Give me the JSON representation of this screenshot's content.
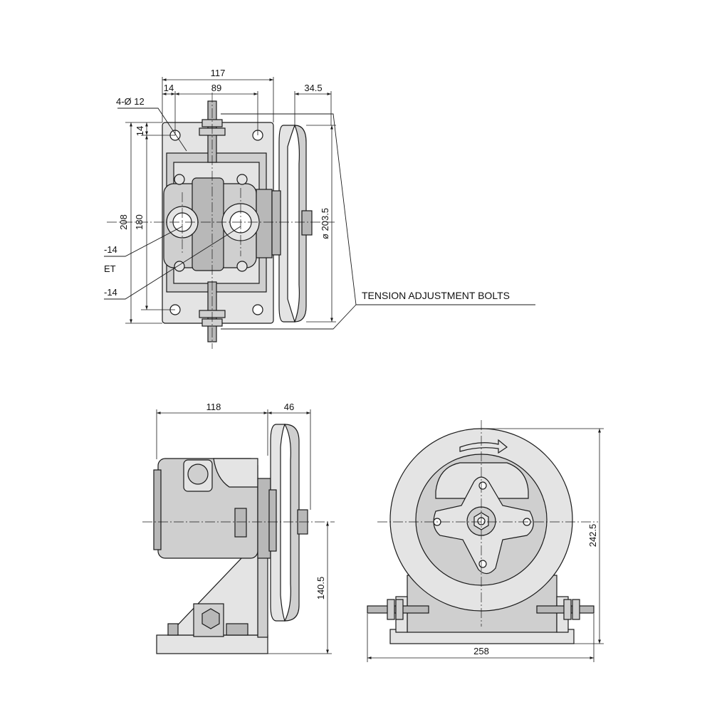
{
  "dimensions": {
    "top_width": "117",
    "top_hole_offset": "14",
    "top_hole_spacing": "89",
    "pulley_offset": "34.5",
    "holes": "4-Ø 12",
    "top_vert_offset": "14",
    "total_height": "208",
    "inner_height": "180",
    "pulley_diameter": "ø 203.5",
    "side_width": "118",
    "side_pulley": "46",
    "shaft_height": "140.5",
    "front_height": "242.5",
    "front_width": "258"
  },
  "callouts": {
    "tension_bolts": "TENSION ADJUSTMENT BOLTS",
    "port_1": "-14",
    "port_label": "ET",
    "port_2": "-14"
  }
}
